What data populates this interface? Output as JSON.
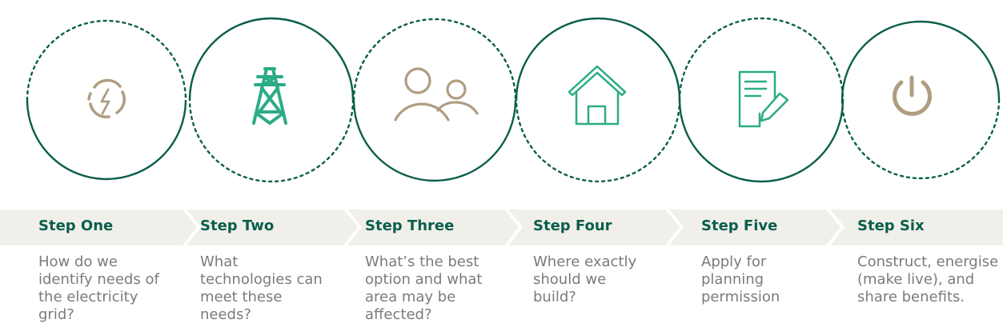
{
  "steps": [
    {
      "title": "Step One",
      "description": "How do we identify needs of the electricity grid?",
      "icon": "lightning-bolt-icon"
    },
    {
      "title": "Step Two",
      "description": "What technologies can meet these needs?",
      "icon": "transmission-tower-icon"
    },
    {
      "title": "Step Three",
      "description": "What’s the best option and what area may be affected?",
      "icon": "people-icon"
    },
    {
      "title": "Step Four",
      "description": "Where exactly should we build?",
      "icon": "house-icon"
    },
    {
      "title": "Step Five",
      "description": "Apply for planning permission",
      "icon": "document-edit-icon"
    },
    {
      "title": "Step Six",
      "description": "Construct, energise (make live), and share benefits.",
      "icon": "power-icon"
    }
  ],
  "colors": {
    "teal": "#0a5e4c",
    "green_icon": "#2bab86",
    "gold_icon": "#b09d80",
    "banner": "#f1efea",
    "text": "#7b7b7b"
  }
}
